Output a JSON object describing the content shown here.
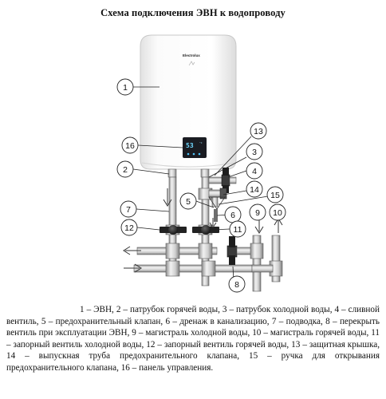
{
  "title": "Схема подключения ЭВН к водопроводу",
  "heater": {
    "brand": "Electrolux",
    "display_value": "53",
    "display_sub": "°C"
  },
  "labels": {
    "l1": "1",
    "l2": "2",
    "l3": "3",
    "l4": "4",
    "l5": "5",
    "l6": "6",
    "l7": "7",
    "l8": "8",
    "l9": "9",
    "l10": "10",
    "l11": "11",
    "l12": "12",
    "l13": "13",
    "l14": "14",
    "l15": "15",
    "l16": "16"
  },
  "caption": "1 – ЭВН, 2 – патрубок горячей воды, 3 – патрубок холодной воды, 4 – сливной вентиль, 5 – предохранительный клапан, 6 – дренаж в канализацию, 7 – подводка, 8 – перекрыть вентиль при эксплуатации ЭВН, 9 – магистраль холодной воды, 10 – магистраль горячей воды, 11 – запорный вентиль холодной воды, 12 – запорный вентиль горячей воды, 13 – защитная крышка, 14 – выпускная труба предохранительного клапана, 15 – ручка для открывания предохранительного клапана, 16 – панель управления."
}
